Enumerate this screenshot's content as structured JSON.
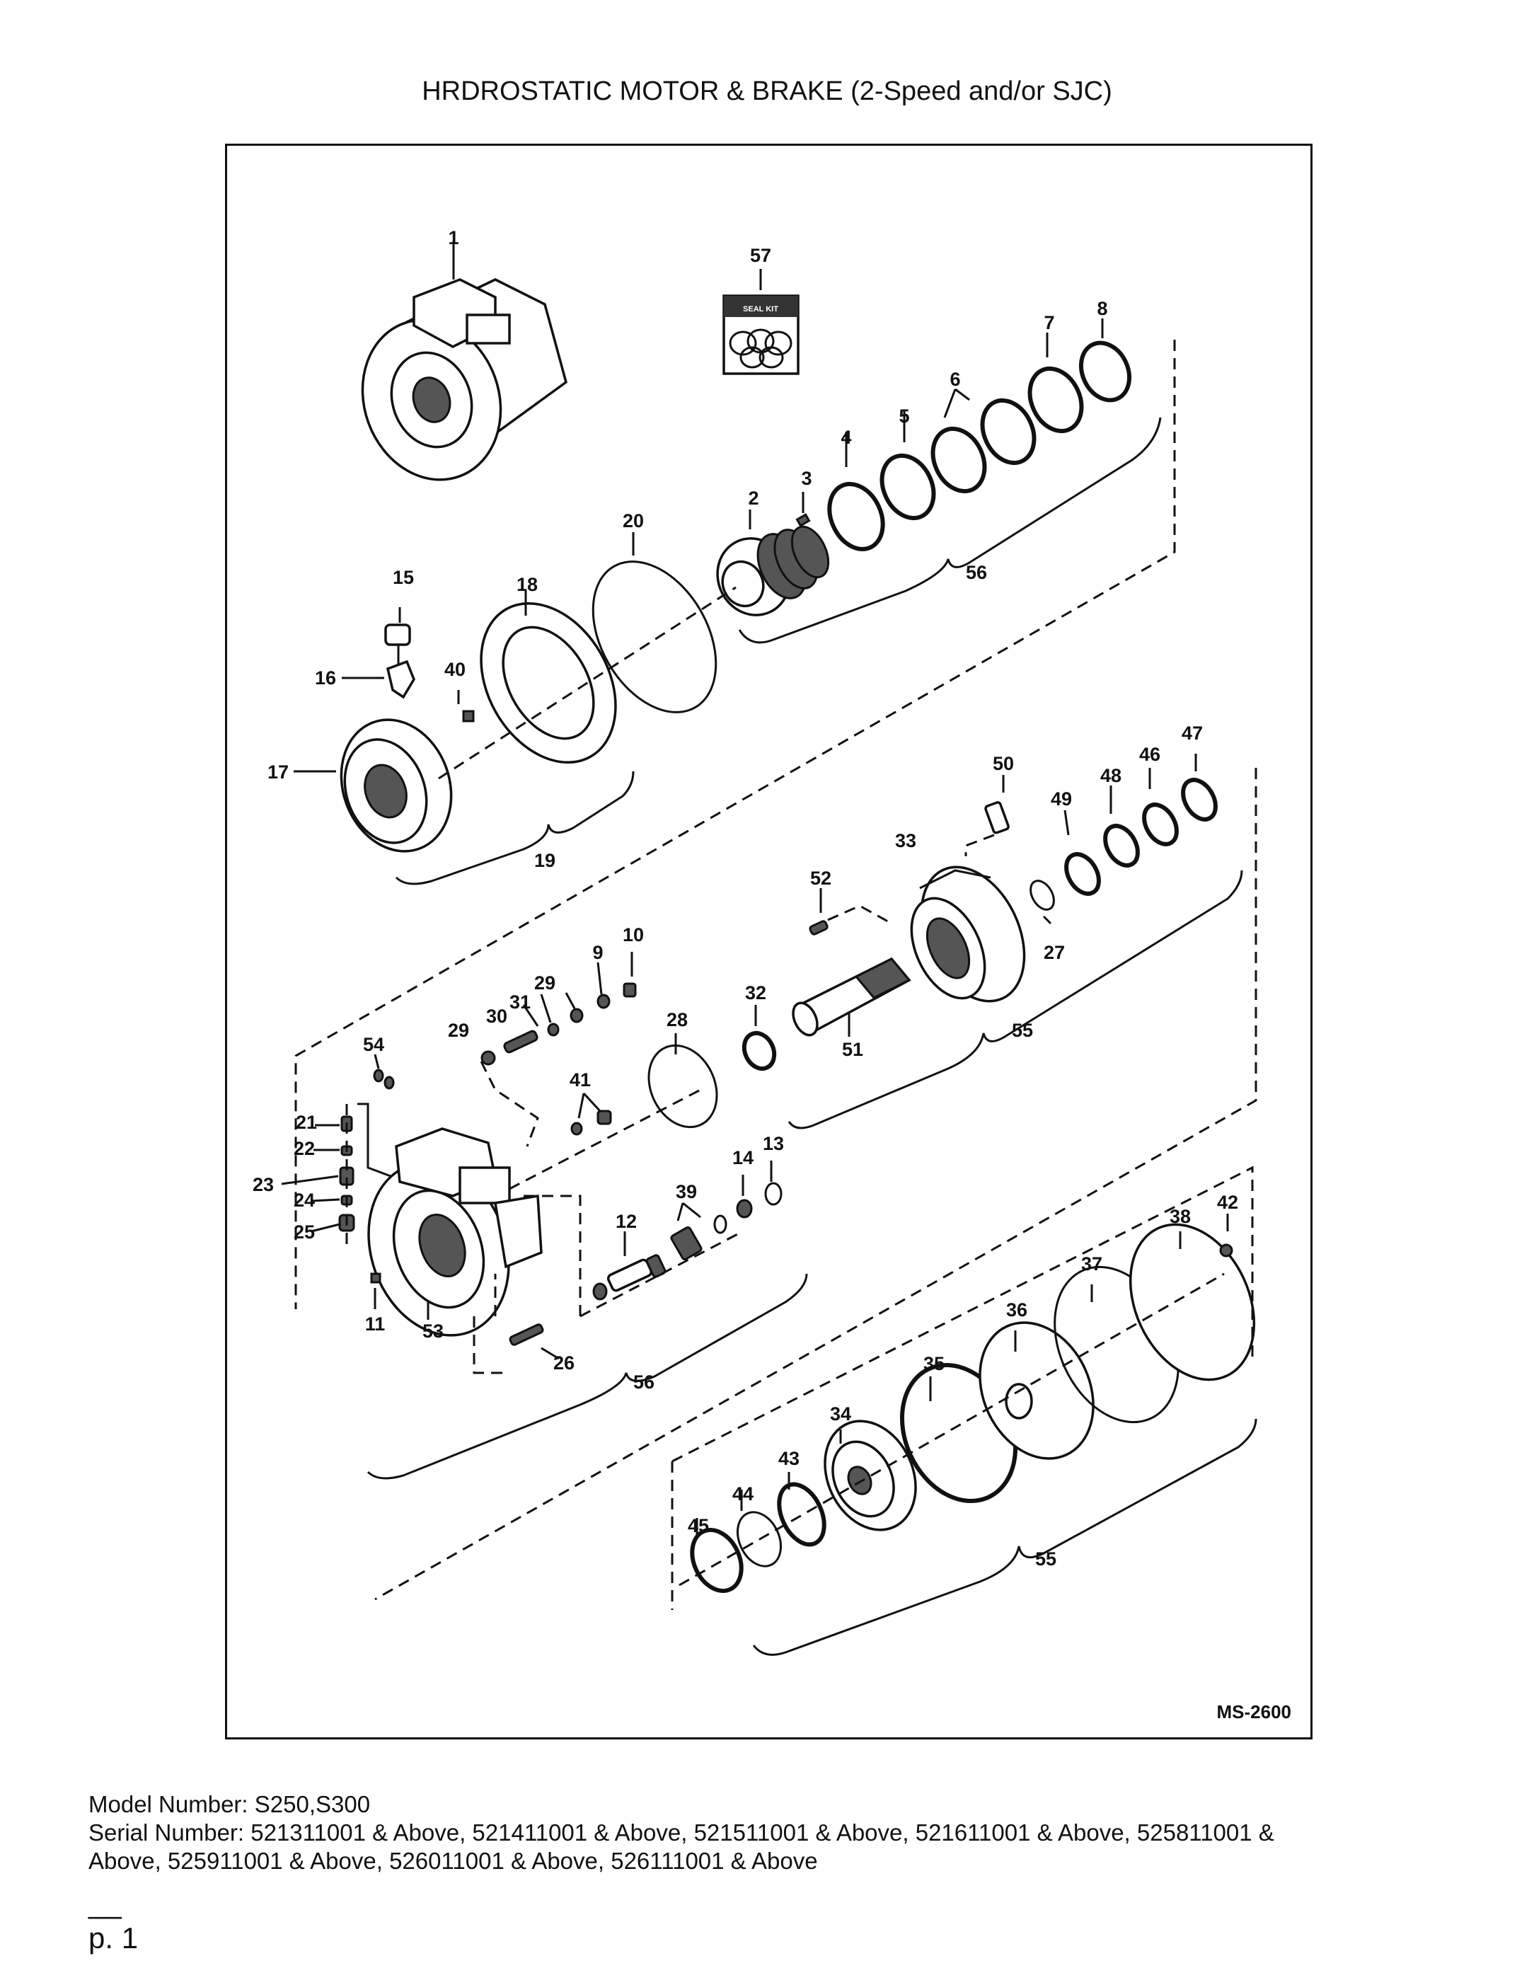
{
  "page": {
    "title": "HRDROSTATIC MOTOR & BRAKE (2-Speed and/or SJC)",
    "drawing_code": "MS-2600",
    "kit_label": "SEAL KIT",
    "model_line": "Model Number: S250,S300",
    "serial_line_1": "Serial Number: 521311001 & Above, 521411001 & Above, 521511001 & Above, 521611001 & Above, 525811001 &",
    "serial_line_2": "Above, 525911001 & Above, 526011001 & Above, 526111001 & Above",
    "page_mark": "__",
    "page_number": "p. 1"
  },
  "callouts": {
    "c1": "1",
    "c2": "2",
    "c3": "3",
    "c4": "4",
    "c5": "5",
    "c6": "6",
    "c7": "7",
    "c8": "8",
    "c9": "9",
    "c10": "10",
    "c11": "11",
    "c12": "12",
    "c13": "13",
    "c14": "14",
    "c15": "15",
    "c16": "16",
    "c17": "17",
    "c18": "18",
    "c19": "19",
    "c20": "20",
    "c21": "21",
    "c22": "22",
    "c23": "23",
    "c24": "24",
    "c25": "25",
    "c26": "26",
    "c27": "27",
    "c28": "28",
    "c29a": "29",
    "c29b": "29",
    "c30": "30",
    "c31": "31",
    "c32": "32",
    "c33": "33",
    "c34": "34",
    "c35": "35",
    "c36": "36",
    "c37": "37",
    "c38": "38",
    "c39": "39",
    "c40": "40",
    "c41": "41",
    "c42": "42",
    "c43": "43",
    "c44": "44",
    "c45": "45",
    "c46": "46",
    "c47": "47",
    "c48": "48",
    "c49": "49",
    "c50": "50",
    "c51": "51",
    "c52": "52",
    "c53": "53",
    "c54": "54",
    "c55a": "55",
    "c55b": "55",
    "c56a": "56",
    "c56b": "56",
    "c57": "57"
  }
}
